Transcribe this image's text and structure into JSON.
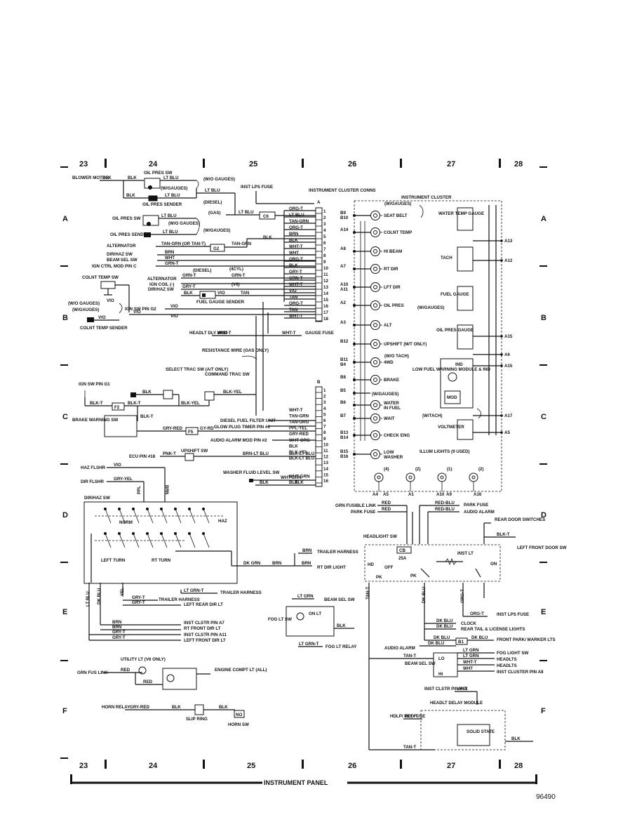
{
  "grid": {
    "columns": [
      "23",
      "24",
      "25",
      "26",
      "27",
      "28"
    ],
    "rows": [
      "A",
      "B",
      "C",
      "D",
      "E",
      "F"
    ]
  },
  "footer": {
    "title": "INSTRUMENT PANEL",
    "figure_number": "96490"
  },
  "left": {
    "blower_motor": "BLOWER MOTOR",
    "blk": "BLK",
    "lt_blu": "LT BLU",
    "oil_pres_sw_top": "OIL PRES SW",
    "wo_gauges": "(W/O GAUGES)",
    "w_gauges": "(W/GAUGES)",
    "oil_pres_sender": "OIL PRES SENDER",
    "inst_lps_fuse": "INST LPS FUSE",
    "instrument_cluster_conns": "INSTRUMENT CLUSTER CONNS",
    "diesel": "(DIESEL)",
    "gas": "(GAS)",
    "oil_pres_sw": "OIL PRES SW",
    "oil_pres_send": "OIL PRES SEND",
    "tan_grn_or_tan_t": "TAN-GRN (OR TAN-T)",
    "alternator": "ALTERNATOR",
    "dir_haz_sw": "DIR/HAZ SW",
    "beam_sel_sw": "BEAM SEL SW",
    "ign_ctrl_mod": "IGN CTRL MOD PIN C",
    "brn": "BRN",
    "wht": "WHT",
    "grn_t": "GRN-T",
    "diesel2": "(DIESEL)",
    "cyl4": "(4CYL)",
    "v6": "(V6)",
    "ign_coil": "IGN COIL (-)",
    "gry_t": "GRY-T",
    "colnt_temp_sw": "COLNT TEMP SW",
    "vio": "VIO",
    "fuel_gauge_sender": "FUEL GAUGE SENDER",
    "ign_sw_pin_g2": "IGN SW PIN G2",
    "colnt_temp_sender": "COLNT TEMP SENDER",
    "headlt_dly_mod": "HEADLT DLY MOD",
    "wht_t": "WHT-T",
    "gauge_fuse": "GAUGE FUSE",
    "resistance_wire": "RESISTANCE WIRE (GAS ONLY)",
    "select_trac_sw": "SELECT TRAC SW (A/T ONLY)",
    "command_trac_sw": "COMMAND TRAC SW",
    "ign_sw_pin_g1": "IGN SW PIN G1",
    "blk_yel": "BLK-YEL",
    "blk_t": "BLK-T",
    "brake_warning_sw": "BRAKE WARNING SW",
    "gry_red": "GRY-RED",
    "gy_rd": "GY-RD",
    "diesel_fuel_filter": "DIESEL FUEL FILTER UNIT",
    "glow_plug_timer": "GLOW PLUG TIMER PIN #6",
    "audio_alarm_mod": "AUDIO ALARM MOD PIN #2",
    "ecu_pin": "ECU PIN #18",
    "pnk_t": "PNK-T",
    "upshift_sw": "UPSHIFT SW",
    "brn_lt_blu": "BRN-LT BLU",
    "blk_lt_blu": "BLK-LT BLU",
    "haz_flshr": "HAZ FLSHR",
    "dir_flshr": "DIR FLSHR",
    "gry_yel": "GRY-YEL",
    "washer_fluid": "WASHER FLUID LEVEL SW",
    "wht_grn": "WHT-GRN"
  },
  "connector1": [
    {
      "pin": "1",
      "wire": "ORG-T"
    },
    {
      "pin": "2",
      "wire": "LT BLU"
    },
    {
      "pin": "3",
      "wire": "TAN-GRN"
    },
    {
      "pin": "4",
      "wire": "ORG-T"
    },
    {
      "pin": "5",
      "wire": "BRN"
    },
    {
      "pin": "6",
      "wire": "BLK"
    },
    {
      "pin": "7",
      "wire": "WHT-T"
    },
    {
      "pin": "8",
      "wire": "WHT"
    },
    {
      "pin": "9",
      "wire": "ORG-T"
    },
    {
      "pin": "10",
      "wire": "BLK"
    },
    {
      "pin": "11",
      "wire": "GRY-T"
    },
    {
      "pin": "12",
      "wire": "GRN-T"
    },
    {
      "pin": "13",
      "wire": "WHT-T"
    },
    {
      "pin": "14",
      "wire": "VIO"
    },
    {
      "pin": "15",
      "wire": "TAN"
    },
    {
      "pin": "16",
      "wire": "ORG-T"
    },
    {
      "pin": "17",
      "wire": "TAN"
    },
    {
      "pin": "18",
      "wire": "WHT-T"
    }
  ],
  "connector2": [
    {
      "pin": "1",
      "wire": ""
    },
    {
      "pin": "2",
      "wire": ""
    },
    {
      "pin": "3",
      "wire": ""
    },
    {
      "pin": "4",
      "wire": "WHT-T"
    },
    {
      "pin": "5",
      "wire": "TAN-GRN"
    },
    {
      "pin": "6",
      "wire": "TAN-ORG"
    },
    {
      "pin": "7",
      "wire": "PPL-YEL"
    },
    {
      "pin": "8",
      "wire": "GRY-RED"
    },
    {
      "pin": "9",
      "wire": "WHT-ORG"
    },
    {
      "pin": "10",
      "wire": "BLK"
    },
    {
      "pin": "11",
      "wire": "BLK-YEL"
    },
    {
      "pin": "12",
      "wire": "BLK-LT BLU"
    },
    {
      "pin": "13",
      "wire": ""
    },
    {
      "pin": "14",
      "wire": ""
    },
    {
      "pin": "15",
      "wire": "WHT-GRN"
    },
    {
      "pin": "16",
      "wire": "BLK"
    }
  ],
  "conn_letters": {
    "a": "A",
    "b": "B"
  },
  "cluster": {
    "title": "INSTRUMENT CLUSTER",
    "w_gauges": "(W/GAUGES)",
    "lamps": [
      {
        "pin": "B9\nB10",
        "label": "SEAT BELT"
      },
      {
        "pin": "A14",
        "label": "COLNT TEMP"
      },
      {
        "pin": "A8",
        "label": "HI BEAM"
      },
      {
        "pin": "A7",
        "label": "RT DIR"
      },
      {
        "pin": "A10 A11",
        "label": "LFT DIR"
      },
      {
        "pin": "A2",
        "label": "OIL PRES"
      },
      {
        "pin": "A3",
        "label": "ALT"
      },
      {
        "pin": "B12",
        "label": "UPSHIFT (M/T ONLY)"
      },
      {
        "pin": "B11 B4",
        "label": "4WD"
      },
      {
        "pin": "B8",
        "label": "BRAKE"
      },
      {
        "pin": "B5",
        "label": "(W/GAUGES)"
      },
      {
        "pin": "B6",
        "label": "WATER IN FUEL"
      },
      {
        "pin": "B7",
        "label": "WAIT"
      },
      {
        "pin": "B13 B14",
        "label": "CHECK ENG"
      },
      {
        "pin": "B15 B16",
        "label": "LOW WASHER"
      }
    ],
    "water_temp_gauge": "WATER TEMP GAUGE",
    "tach": "TACH",
    "fuel_gauge": "FUEL GAUGE",
    "w_gauges2": "(W/GAUGES)",
    "oil_pres_gauge": "OIL PRES GAUGE",
    "wo_tach": "(W/O TACH)",
    "low_fuel_module": "LOW FUEL WARNING MODULE & IND",
    "ind": "IND",
    "mod": "MOD",
    "w_tach": "(W/TACH)",
    "voltmeter": "VOLTMETER",
    "illum_lights": "ILLUM LIGHTS (9 USED)",
    "right_pins": [
      "A13",
      "A12",
      "A15",
      "A6",
      "A15",
      "A17",
      "A5"
    ],
    "illum_counts": [
      "(4)",
      "(2)",
      "(1)",
      "(2)"
    ],
    "bottom_pins": [
      "A4",
      "A5",
      "A1",
      "A10",
      "A9",
      "A16"
    ]
  },
  "lower_left": {
    "dir_haz_sw": "DIR/HAZ SW",
    "norm": "NORM",
    "haz": "HAZ",
    "left_turn": "LEFT TURN",
    "rt_turn": "RT TURN",
    "dk_grn": "DK GRN",
    "brn": "BRN",
    "trailer_harness": "TRAILER HARNESS",
    "rt_dir_light": "RT DIR LIGHT",
    "lt_grn_t": "LT GRN-T",
    "trailer_harness2": "TRAILER HARNESS",
    "gry_t": "GRY-T",
    "trailer_harness3": "TRAILER HARNESS",
    "left_rear_dir": "LEFT REAR DIR LT",
    "lt_blu": "LT BLU",
    "dk_blu": "DK BLU",
    "yel": "YEL",
    "inst_clstr_a7": "INST CLSTR PIN A7",
    "rt_front_dir": "RT FRONT DIR LT",
    "inst_clstr_a11": "INST CLSTR PIN A11",
    "left_front_dir": "LEFT FRONT DIR LT",
    "brn2": "BRN",
    "brn3": "BRN",
    "gry_t2": "GRY-T",
    "gry_t3": "GRY-T",
    "utility_lt": "UTILITY LT (V6 ONLY)",
    "grn_fus_link": "GRN FUS LINK",
    "red": "RED",
    "engine_compt": "ENGINE COMPT LT (ALL)",
    "horn_relay": "HORN RELAY",
    "gry_red": "GRY-RED",
    "blk": "BLK",
    "slip_ring": "SLIP RING",
    "no": "NO",
    "horn_sw": "HORN SW"
  },
  "fog": {
    "fog_lt_sw": "FOG LT SW",
    "lt_grn": "LT GRN",
    "on_lt": "ON LT",
    "beam_sel_sw": "BEAM SEL SW",
    "blk": "BLK",
    "lt_grn_t": "LT GRN-T",
    "fog_lt_relay": "FOG LT RELAY"
  },
  "right_lower": {
    "grn_fusible_link": "GRN FUSIBLE LINK",
    "park_fuse": "PARK FUSE",
    "red": "RED",
    "red_blu": "RED-BLU",
    "park_fuse2": "PARK FUSE",
    "audio_alarm": "AUDIO ALARM",
    "rear_door_switches": "REAR DOOR SWITCHES",
    "blk_t": "BLK-T",
    "left_front_door_sw": "LEFT FRONT DOOR SW",
    "headlight_sw": "HEADLIGHT SW",
    "cb": "CB",
    "amp": "25A",
    "hd": "HD",
    "off": "OFF",
    "pk": "PK",
    "inst_lt": "INST LT",
    "on": "ON",
    "tan_t": "TAN-T",
    "dk_blu": "DK BLU",
    "org_t": "ORG-T",
    "inst_lps_fuse": "INST LPS FUSE",
    "clock": "CLOCK",
    "rear_tail": "REAR TAIL & LICENSE LIGHTS",
    "front_park": "FRONT PARK/ MARKER LTS",
    "b1": "B1",
    "audio_alarm2": "AUDIO ALARM",
    "beam_sel_sw": "BEAM SEL SW",
    "lo": "LO",
    "hi": "HI",
    "fog_light_sw": "FOG LIGHT SW",
    "headlts": "HEADLTS",
    "headlts2": "HEADLTS",
    "inst_cluster_a8": "INST CLUSTER PIN A8",
    "lt_grn": "LT GRN",
    "wht_t": "WHT-T",
    "wht": "WHT",
    "inst_clstr_a18": "INST CLSTR PIN A18",
    "headlt_delay": "HEADLT DELAY MODULE",
    "hdlp_dly_fuse": "HDLP/ DLY FUSE",
    "red_t": "RED-T",
    "solid_state": "SOLID STATE",
    "blk": "BLK",
    "tan_t2": "TAN-T"
  }
}
